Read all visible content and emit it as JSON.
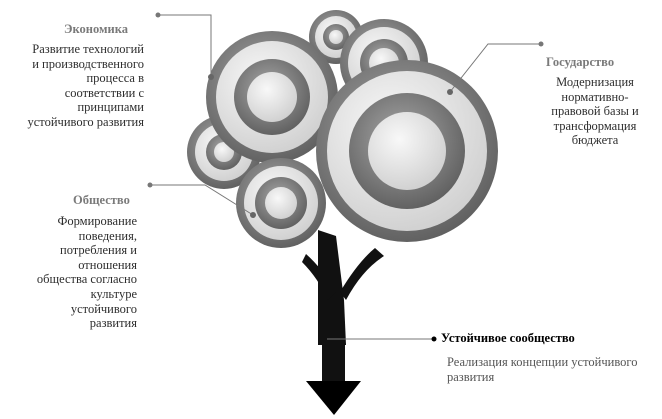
{
  "economy": {
    "heading": "Экономика",
    "lines": [
      "Развитие технологий",
      "и производственного",
      "процесса в",
      "соответствии с",
      "принципами",
      "устойчивого развития"
    ]
  },
  "state": {
    "heading": "Государство",
    "lines": [
      "Модернизация",
      "нормативно-",
      "правовой базы и",
      "трансформация",
      "бюджета"
    ]
  },
  "society": {
    "heading": "Общество",
    "lines": [
      "Формирование",
      "поведения,",
      "потребления и",
      "отношения",
      "общества согласно",
      "культуре",
      "устойчивого",
      "развития"
    ]
  },
  "community": {
    "heading": "Устойчивое сообщество",
    "lines": [
      "Реализация концепции устойчивого",
      "развития"
    ]
  },
  "colors": {
    "trunk": "#111111",
    "ring_dark": "#7d7d7d",
    "ring_light": "#e2e2e2",
    "heading_gray": "#7a7a7a",
    "heading_black": "#000000"
  }
}
